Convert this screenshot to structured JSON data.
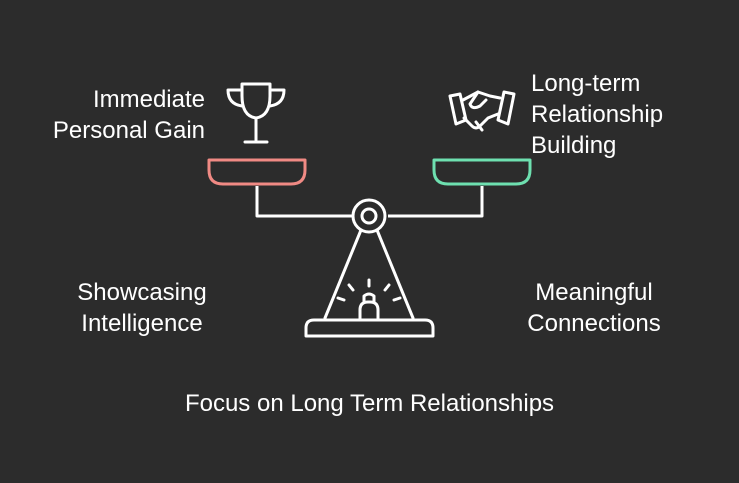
{
  "colors": {
    "background": "#2c2c2c",
    "line": "#ffffff",
    "left_pan": "#f08a84",
    "right_pan": "#6ee0b0"
  },
  "left_side": {
    "icon": "trophy-icon",
    "top_label": [
      "Immediate",
      "Personal Gain"
    ],
    "bottom_label": [
      "Showcasing",
      "Intelligence"
    ]
  },
  "right_side": {
    "icon": "handshake-icon",
    "top_label": [
      "Long-term",
      "Relationship",
      "Building"
    ],
    "bottom_label": [
      "Meaningful",
      "Connections"
    ]
  },
  "center": {
    "icon": "idea-bulb-icon"
  },
  "caption": "Focus on Long Term Relationships"
}
